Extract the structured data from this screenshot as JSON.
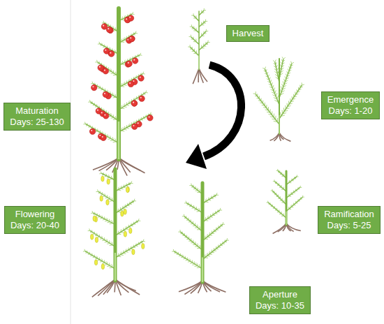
{
  "diagram": {
    "nodes": [
      {
        "text": [
          "Harvest"
        ]
      },
      {
        "text": [
          "Emergence",
          "Days: 1-20"
        ]
      },
      {
        "text": [
          "Ramification",
          "Days: 5-25"
        ]
      },
      {
        "text": [
          "Aperture",
          "Days: 10-35"
        ]
      },
      {
        "text": [
          "Flowering",
          "Days: 20-40"
        ]
      },
      {
        "text": [
          "Maturation",
          "Days: 25-130"
        ]
      }
    ]
  }
}
